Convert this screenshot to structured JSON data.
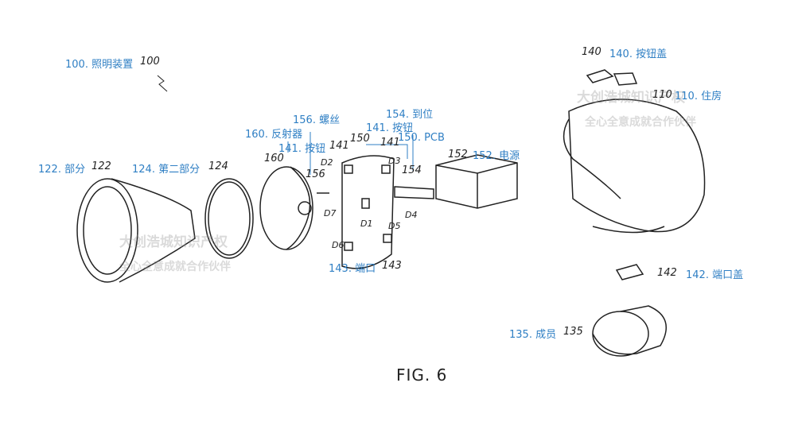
{
  "figure_label": "FIG. 6",
  "labels": {
    "l100": "100. 照明装置",
    "n100": "100",
    "l122": "122. 部分",
    "n122": "122",
    "l124": "124. 第二部分",
    "n124": "124",
    "l160": "160. 反射器",
    "n160": "160",
    "l156": "156. 螺丝",
    "n156": "156",
    "l141a": "141. 按钮",
    "l141b": "141. 按钮",
    "n141a": "141",
    "n141b": "141",
    "l154": "154. 到位",
    "n154": "154",
    "l150": "150. PCB",
    "n150": "150",
    "l152": "152. 电源",
    "n152": "152",
    "l143": "143. 端口",
    "n143": "143",
    "l140": "140. 按钮盖",
    "n140": "140",
    "l110": "110. 住房",
    "n110": "110",
    "l142": "142. 端口盖",
    "n142": "142",
    "l135": "135. 成员",
    "n135": "135",
    "d1": "D1",
    "d2": "D2",
    "d3": "D3",
    "d4": "D4",
    "d5": "D5",
    "d6": "D6",
    "d7": "D7"
  },
  "watermark": {
    "line1": "大创浩城知识产权",
    "line2": "全心全意成就合作伙伴"
  }
}
